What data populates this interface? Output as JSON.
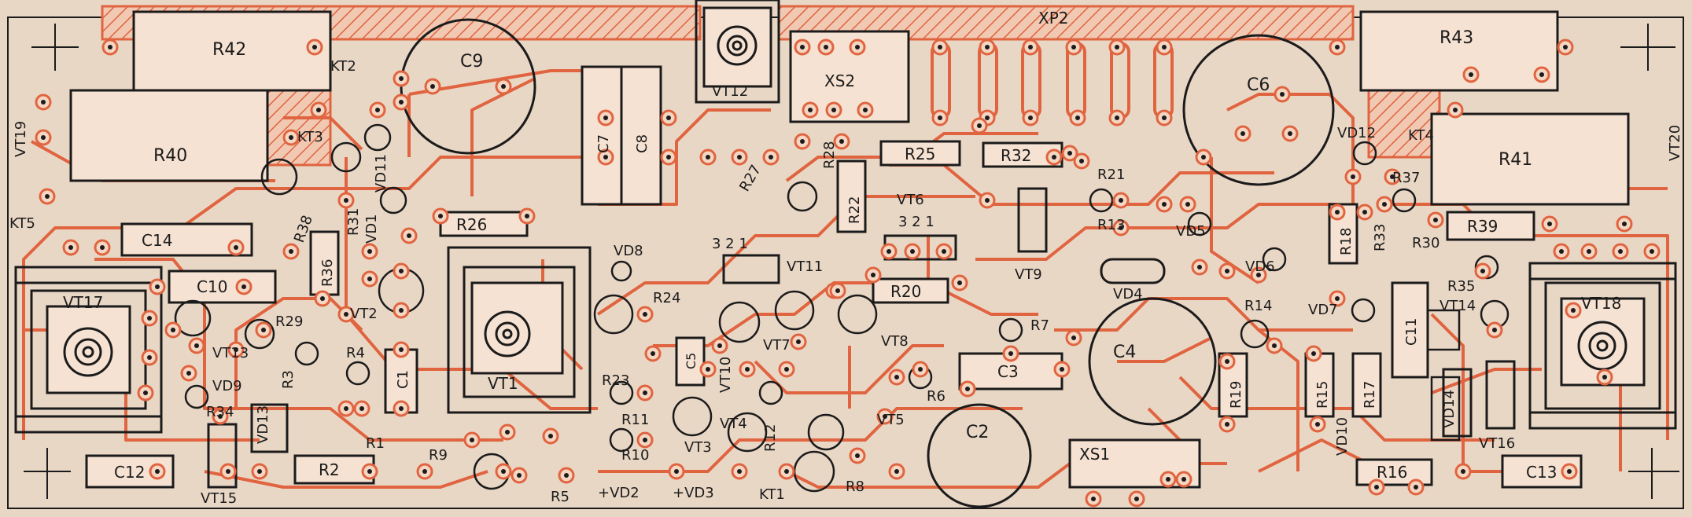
{
  "board": {
    "paper_color": "#e9d7c6",
    "trace_color": "#e0643f",
    "ink_color": "#1b1b1b"
  },
  "resistors": [
    {
      "id": "r42",
      "label": "R42"
    },
    {
      "id": "r43",
      "label": "R43"
    },
    {
      "id": "r40",
      "label": "R40"
    },
    {
      "id": "r41",
      "label": "R41"
    },
    {
      "id": "r26",
      "label": "R26"
    },
    {
      "id": "r25",
      "label": "R25"
    },
    {
      "id": "r32",
      "label": "R32"
    },
    {
      "id": "r22",
      "label": "R22"
    },
    {
      "id": "r20",
      "label": "R20"
    },
    {
      "id": "r39",
      "label": "R39"
    },
    {
      "id": "r36",
      "label": "R36"
    },
    {
      "id": "r18",
      "label": "R18"
    },
    {
      "id": "r19",
      "label": "R19"
    },
    {
      "id": "r15",
      "label": "R15"
    },
    {
      "id": "r17",
      "label": "R17"
    },
    {
      "id": "r2",
      "label": "R2"
    },
    {
      "id": "r16",
      "label": "R16"
    }
  ],
  "capacitors": [
    {
      "id": "c9",
      "label": "C9"
    },
    {
      "id": "c6",
      "label": "C6"
    },
    {
      "id": "c4",
      "label": "C4"
    },
    {
      "id": "c2",
      "label": "C2"
    },
    {
      "id": "c7",
      "label": "C7"
    },
    {
      "id": "c8",
      "label": "C8"
    },
    {
      "id": "c14",
      "label": "C14"
    },
    {
      "id": "c10",
      "label": "C10"
    },
    {
      "id": "c12",
      "label": "C12"
    },
    {
      "id": "c13",
      "label": "C13"
    },
    {
      "id": "c3",
      "label": "C3"
    },
    {
      "id": "c1",
      "label": "C1"
    },
    {
      "id": "c5",
      "label": "C5"
    },
    {
      "id": "c11",
      "label": "C11"
    }
  ],
  "heatsinks": [
    {
      "id": "vt17",
      "label": "VT17"
    },
    {
      "id": "vt18",
      "label": "VT18"
    },
    {
      "id": "vt1",
      "label": "VT1"
    },
    {
      "id": "vt12",
      "label": "VT12"
    }
  ],
  "connectors": [
    {
      "id": "xs2",
      "label": "XS2"
    },
    {
      "id": "xs1",
      "label": "XS1"
    },
    {
      "id": "xp2",
      "label": "XP2"
    }
  ],
  "loose_labels": [
    {
      "id": "kt2",
      "text": "KT2"
    },
    {
      "id": "kt3",
      "text": "KT3"
    },
    {
      "id": "kt4",
      "text": "KT4"
    },
    {
      "id": "kt5",
      "text": "KT5"
    },
    {
      "id": "kt1",
      "text": "KT1"
    },
    {
      "id": "vt19",
      "text": "VT19"
    },
    {
      "id": "vt20",
      "text": "VT20"
    },
    {
      "id": "vd11",
      "text": "VD11"
    },
    {
      "id": "vd1",
      "text": "VD1"
    },
    {
      "id": "r31",
      "text": "R31"
    },
    {
      "id": "r38",
      "text": "R38"
    },
    {
      "id": "vd8",
      "text": "VD8"
    },
    {
      "id": "vt11",
      "text": "VT11"
    },
    {
      "id": "r24",
      "text": "R24"
    },
    {
      "id": "r28",
      "text": "R28"
    },
    {
      "id": "r27",
      "text": "R27"
    },
    {
      "id": "vt6",
      "text": "VT6"
    },
    {
      "id": "r21",
      "text": "R21"
    },
    {
      "id": "r13",
      "text": "R13"
    },
    {
      "id": "vt9",
      "text": "VT9"
    },
    {
      "id": "vd5",
      "text": "VD5"
    },
    {
      "id": "vd4",
      "text": "VD4"
    },
    {
      "id": "vd6",
      "text": "VD6"
    },
    {
      "id": "r14",
      "text": "R14"
    },
    {
      "id": "vd7",
      "text": "VD7"
    },
    {
      "id": "vd12",
      "text": "VD12"
    },
    {
      "id": "r37",
      "text": "R37"
    },
    {
      "id": "r33",
      "text": "R33"
    },
    {
      "id": "r30",
      "text": "R30"
    },
    {
      "id": "r35",
      "text": "R35"
    },
    {
      "id": "vt14",
      "text": "VT14"
    },
    {
      "id": "vt8",
      "text": "VT8"
    },
    {
      "id": "vt7",
      "text": "VT7"
    },
    {
      "id": "vt10",
      "text": "VT10"
    },
    {
      "id": "r7",
      "text": "R7"
    },
    {
      "id": "r6",
      "text": "R6"
    },
    {
      "id": "vt5",
      "text": "VT5"
    },
    {
      "id": "r23",
      "text": "R23"
    },
    {
      "id": "r11",
      "text": "R11"
    },
    {
      "id": "r10",
      "text": "R10"
    },
    {
      "id": "vt4",
      "text": "VT4"
    },
    {
      "id": "vt3",
      "text": "VT3"
    },
    {
      "id": "r12",
      "text": "R12"
    },
    {
      "id": "r8",
      "text": "R8"
    },
    {
      "id": "vd2",
      "text": "+VD2"
    },
    {
      "id": "vd3",
      "text": "+VD3"
    },
    {
      "id": "r9",
      "text": "R9"
    },
    {
      "id": "r5",
      "text": "R5"
    },
    {
      "id": "r1",
      "text": "R1"
    },
    {
      "id": "r4",
      "text": "R4"
    },
    {
      "id": "r3",
      "text": "R3"
    },
    {
      "id": "vt2",
      "text": "VT2"
    },
    {
      "id": "r29",
      "text": "R29"
    },
    {
      "id": "vt13",
      "text": "VT13"
    },
    {
      "id": "vd9",
      "text": "VD9"
    },
    {
      "id": "r34",
      "text": "R34"
    },
    {
      "id": "vd13",
      "text": "VD13"
    },
    {
      "id": "vt15",
      "text": "VT15"
    },
    {
      "id": "vd10",
      "text": "VD10"
    },
    {
      "id": "vd14",
      "text": "VD14"
    },
    {
      "id": "vt16",
      "text": "VT16"
    },
    {
      "id": "pin_vt11",
      "text": "3 2 1"
    },
    {
      "id": "pin_vt6",
      "text": "3 2 1"
    }
  ]
}
